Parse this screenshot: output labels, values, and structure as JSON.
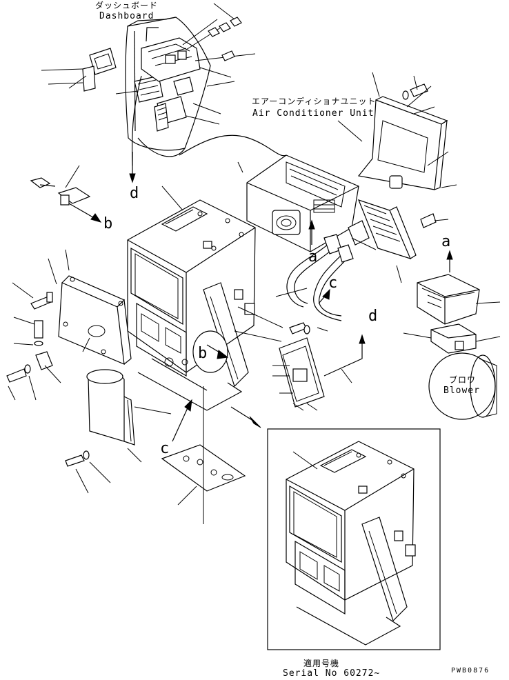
{
  "labels": {
    "dashboard_jp": "ダッシュボード",
    "dashboard_en": "Dashboard",
    "aircon_jp": "エアーコンディショナユニット",
    "aircon_en": "Air Conditioner Unit",
    "blower_jp": "ブロワ",
    "blower_en": "Blower",
    "serial_jp": "適用号機",
    "serial_en": "Serial No 60272~",
    "drawing_code": "PWB0876"
  },
  "refs": {
    "a1": "a",
    "a2": "a",
    "b1": "b",
    "b2": "b",
    "c1": "c",
    "c2": "c",
    "d1": "d",
    "d2": "d"
  }
}
